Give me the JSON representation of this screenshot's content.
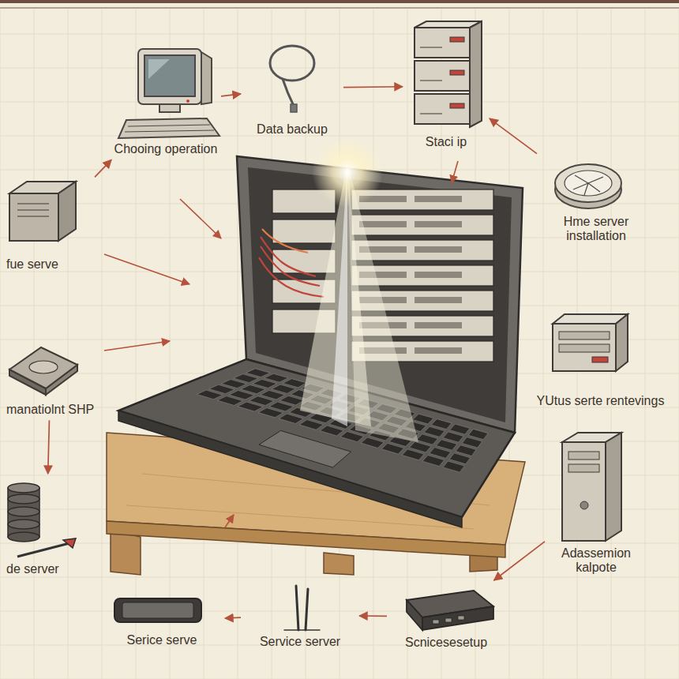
{
  "diagram": {
    "nodes": [
      {
        "text": [
          "Chooing operation"
        ]
      },
      {
        "text": [
          "Data backup"
        ]
      },
      {
        "text": [
          "Staci ip"
        ]
      },
      {
        "text": [
          "fue serve"
        ]
      },
      {
        "text": [
          "Hme server installation"
        ]
      },
      {
        "text": [
          "manatiolnt SHP"
        ]
      },
      {
        "text": [
          "YUtus serte rentevings"
        ]
      },
      {
        "text": [
          "de server"
        ]
      },
      {
        "text": [
          "Adassemion kalpote"
        ]
      },
      {
        "text": [
          "Serice serve"
        ]
      },
      {
        "text": [
          "Service server"
        ]
      },
      {
        "text": [
          "Scnicesesetup"
        ]
      }
    ],
    "edges": [
      {
        "from": 0,
        "to": 1,
        "arrow": "to"
      },
      {
        "from": 1,
        "to": 2,
        "arrow": "to"
      },
      {
        "from": 4,
        "to": 2,
        "arrow": "to"
      },
      {
        "from": 3,
        "to": 0,
        "arrow": "to"
      },
      {
        "from": 5,
        "to": 7,
        "arrow": "to"
      },
      {
        "from": 10,
        "to": 9,
        "arrow": "to"
      },
      {
        "from": 11,
        "to": 10,
        "arrow": "to"
      },
      {
        "from": 8,
        "to": 11,
        "arrow": "to"
      }
    ]
  }
}
